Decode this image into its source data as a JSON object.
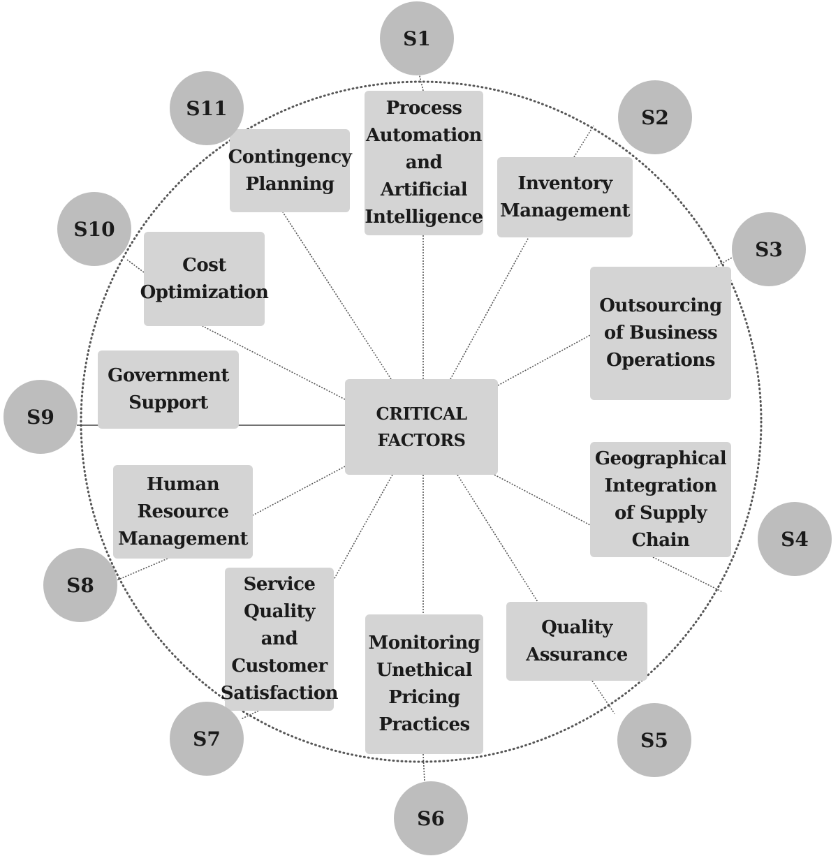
{
  "center": {
    "label": "CRITICAL\nFACTORS"
  },
  "factors": [
    {
      "id": "S1",
      "label": "Process\nAutomation\nand\nArtificial\nIntelligence"
    },
    {
      "id": "S2",
      "label": "Inventory\nManagement"
    },
    {
      "id": "S3",
      "label": "Outsourcing\nof Business\nOperations"
    },
    {
      "id": "S4",
      "label": "Geographical\nIntegration\nof Supply\nChain"
    },
    {
      "id": "S5",
      "label": "Quality\nAssurance"
    },
    {
      "id": "S6",
      "label": "Monitoring\nUnethical\nPricing\nPractices"
    },
    {
      "id": "S7",
      "label": "Service\nQuality\nand\nCustomer\nSatisfaction"
    },
    {
      "id": "S8",
      "label": "Human\nResource\nManagement"
    },
    {
      "id": "S9",
      "label": "Government\nSupport"
    },
    {
      "id": "S10",
      "label": "Cost\nOptimization"
    },
    {
      "id": "S11",
      "label": "Contingency\nPlanning"
    }
  ],
  "colors": {
    "box": "#d4d4d4",
    "circle": "#bdbdbd",
    "line": "#555555"
  }
}
